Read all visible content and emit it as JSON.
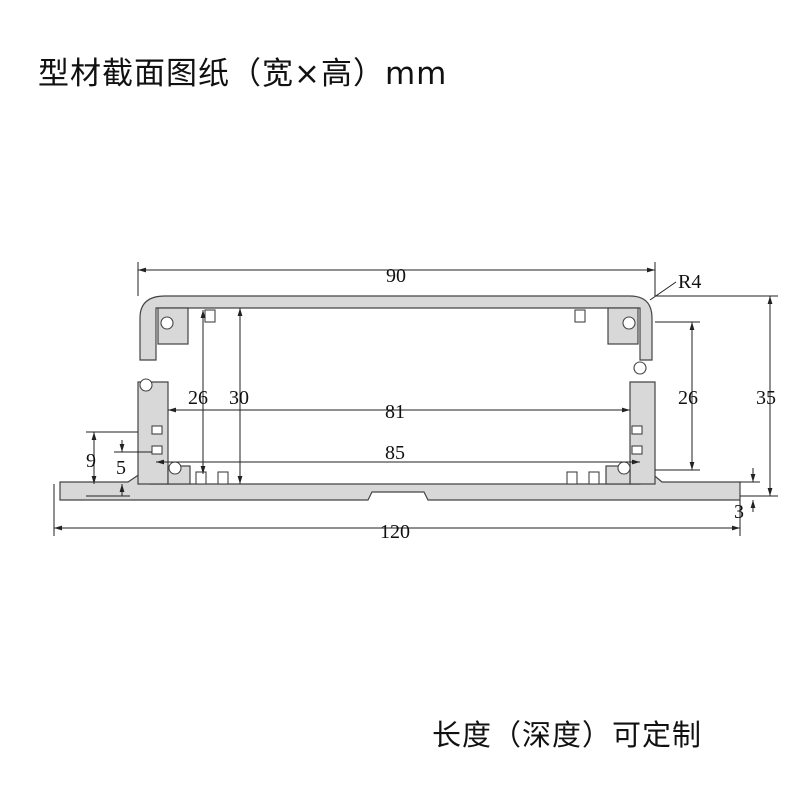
{
  "title": "型材截面图纸（宽×高）mm",
  "footer": "长度（深度）可定制",
  "dimensions": {
    "top_width": "90",
    "corner_radius": "R4",
    "height_left_inner": "26",
    "height_inner": "30",
    "inner_width_top": "81",
    "inner_width_bottom": "85",
    "height_right_inner": "26",
    "total_height": "35",
    "left_9": "9",
    "left_5": "5",
    "bottom_width": "120",
    "flange_thickness": "3"
  }
}
